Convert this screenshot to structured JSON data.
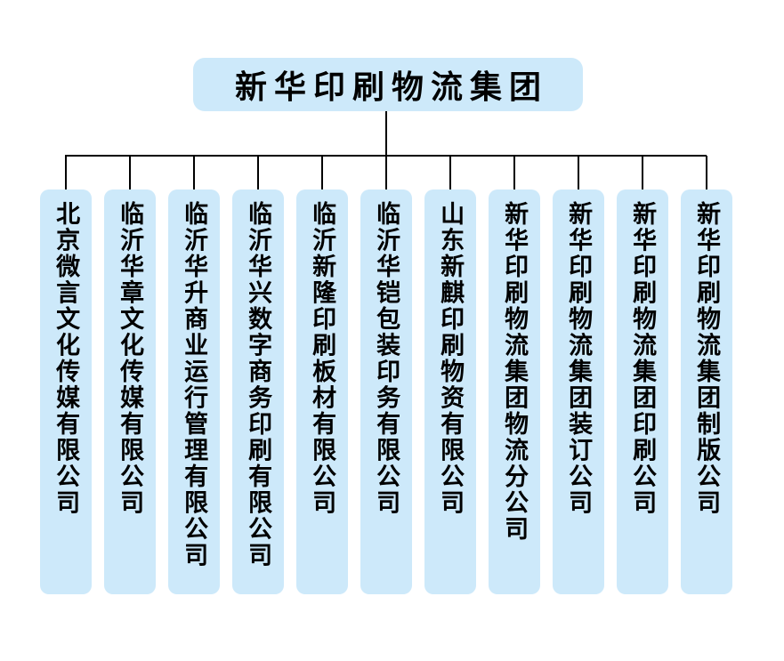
{
  "org_chart": {
    "root": {
      "name": "新华印刷物流集团"
    },
    "children": [
      {
        "name": "北京微言文化传媒有限公司"
      },
      {
        "name": "临沂华章文化传媒有限公司"
      },
      {
        "name": "临沂华升商业运行管理有限公司"
      },
      {
        "name": "临沂华兴数字商务印刷有限公司"
      },
      {
        "name": "临沂新隆印刷板材有限公司"
      },
      {
        "name": "临沂华铠包装印务有限公司"
      },
      {
        "name": "山东新麒印刷物资有限公司"
      },
      {
        "name": "新华印刷物流集团物流分公司"
      },
      {
        "name": "新华印刷物流集团装订公司"
      },
      {
        "name": "新华印刷物流集团印刷公司"
      },
      {
        "name": "新华印刷物流集团制版公司"
      }
    ],
    "colors": {
      "node_fill": "#cde9fa",
      "line": "#000000",
      "text": "#000000",
      "background": "#ffffff"
    }
  }
}
